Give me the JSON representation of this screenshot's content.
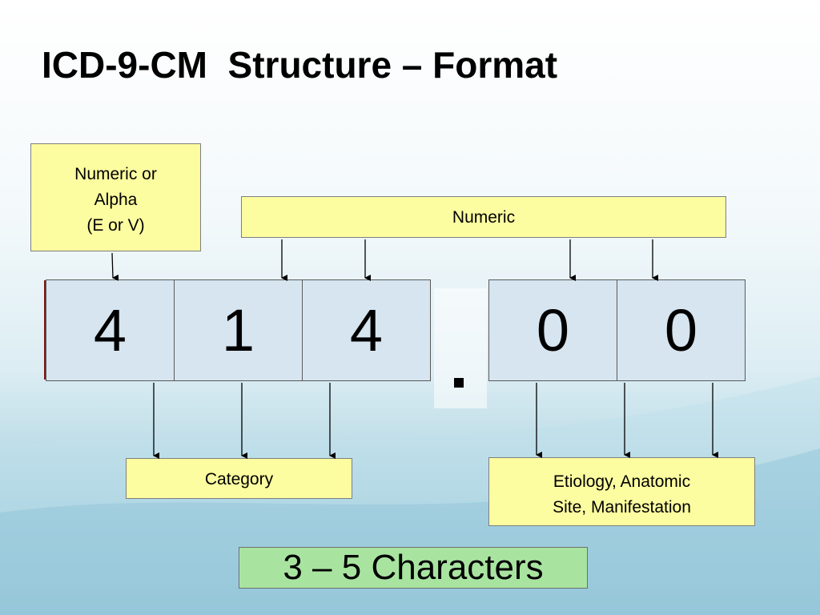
{
  "slide": {
    "title": "ICD-9-CM  Structure – Format"
  },
  "labels": {
    "numeric_or_alpha": [
      "Numeric or",
      "Alpha",
      "(E or V)"
    ],
    "numeric": "Numeric",
    "category": "Category",
    "etiology": [
      "Etiology, Anatomic",
      "Site, Manifestation"
    ]
  },
  "code": {
    "left_digits": [
      "4",
      "1",
      "4"
    ],
    "decimal": ".",
    "right_digits": [
      "0",
      "0"
    ]
  },
  "summary": "3 – 5 Characters",
  "colors": {
    "label_fill": "#fcfca0",
    "digit_fill": "#d6e5f0",
    "summary_fill": "#a8e4a0"
  }
}
